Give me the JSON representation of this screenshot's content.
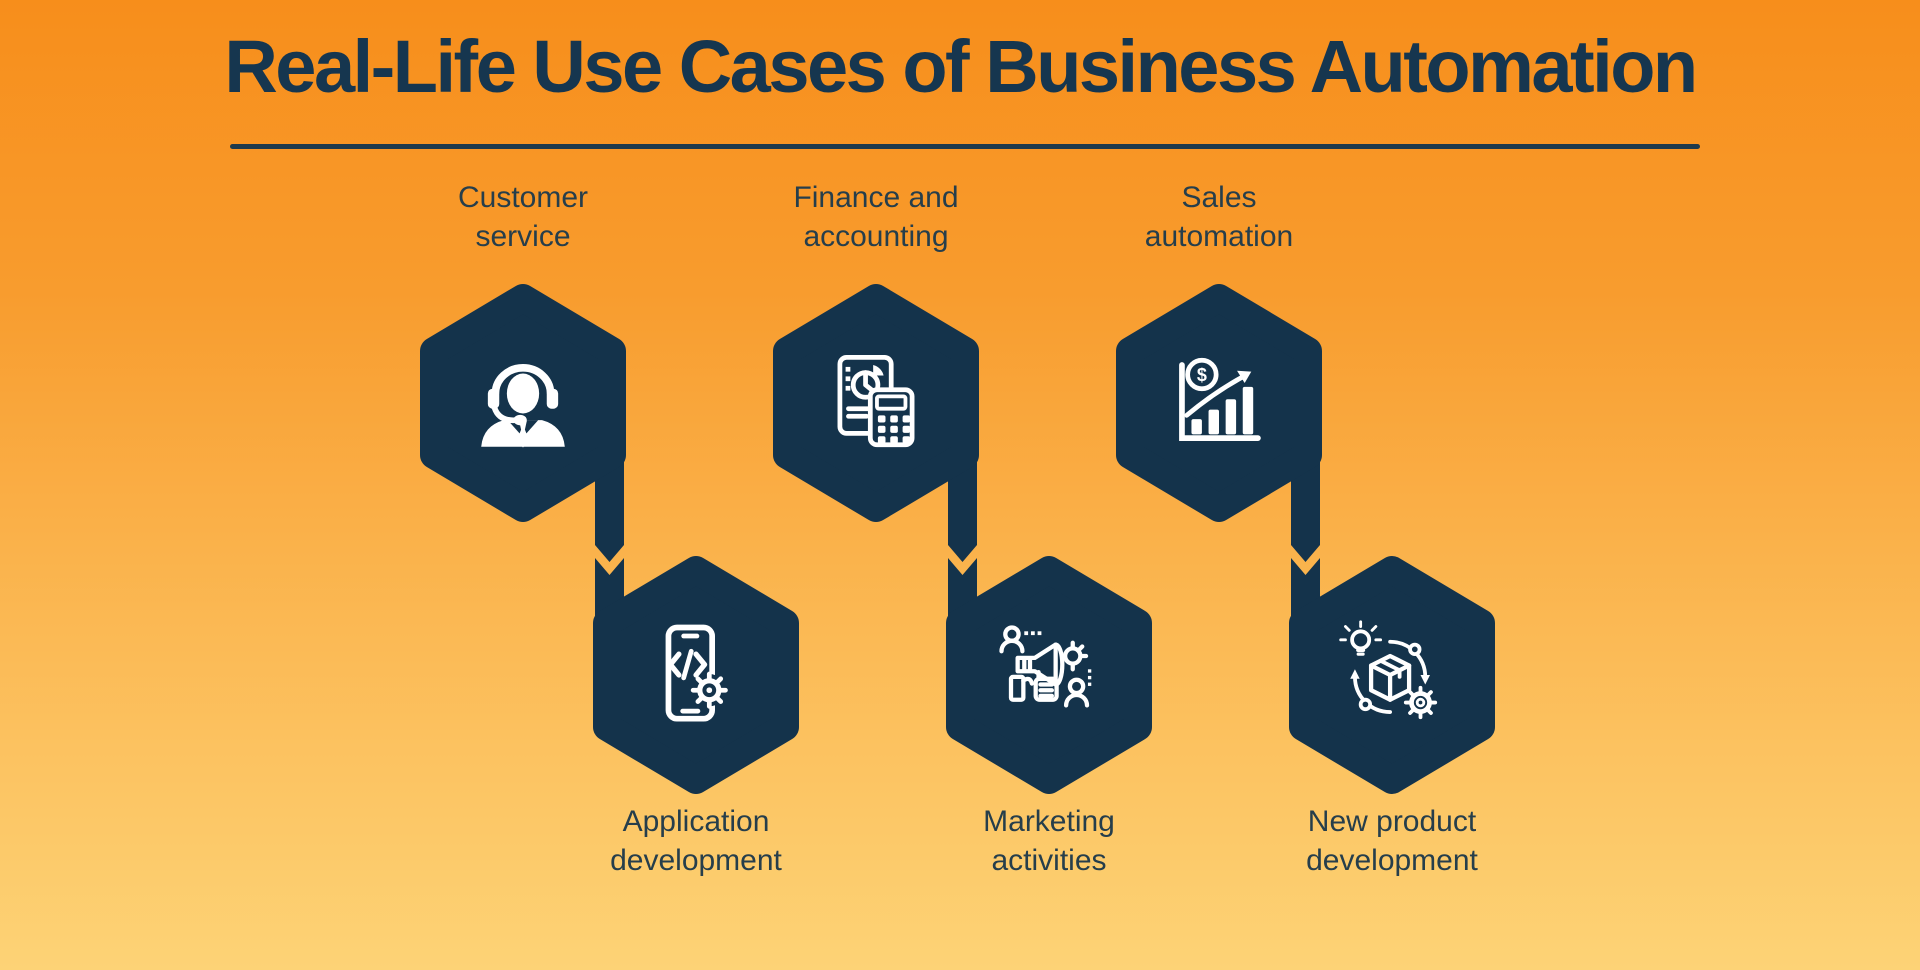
{
  "title": "Real-Life Use Cases of Business Automation",
  "items": [
    {
      "id": "customer-service",
      "label": "Customer\nservice",
      "icon": "headset-agent-icon"
    },
    {
      "id": "finance-accounting",
      "label": "Finance and\naccounting",
      "icon": "document-calculator-icon"
    },
    {
      "id": "sales-automation",
      "label": "Sales\nautomation",
      "icon": "growth-chart-dollar-icon"
    },
    {
      "id": "application-development",
      "label": "Application\ndevelopment",
      "icon": "phone-code-gear-icon"
    },
    {
      "id": "marketing-activities",
      "label": "Marketing\nactivities",
      "icon": "megaphone-promotion-icon"
    },
    {
      "id": "new-product-development",
      "label": "New product\ndevelopment",
      "icon": "product-cycle-icon"
    }
  ],
  "icons": {
    "sales_coin_symbol": "$"
  },
  "colors": {
    "background_top": "#F78E1B",
    "background_bottom": "#FDD376",
    "hexagon": "#14334B",
    "title_text": "#16364F",
    "label_text": "#263E4B",
    "underline": "#1E3A4C",
    "icon": "#FFFFFF"
  }
}
